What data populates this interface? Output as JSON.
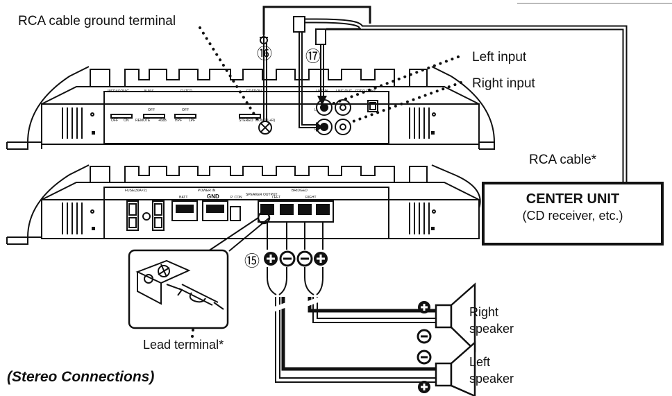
{
  "callouts": {
    "rca_ground": "RCA cable ground terminal",
    "left_input": "Left input",
    "right_input": "Right input",
    "rca_cable": "RCA cable*",
    "lead_terminal": "Lead terminal*",
    "right_speaker_1": "Right",
    "right_speaker_2": "speaker",
    "left_speaker_1": "Left",
    "left_speaker_2": "speaker"
  },
  "center_unit": {
    "title": "CENTER UNIT",
    "subtitle": "(CD receiver, etc.)"
  },
  "caption": "(Stereo Connections)",
  "step_numbers": {
    "n15": "⑮",
    "n16": "⑯",
    "n17": "⑰"
  },
  "panel_top": {
    "infrasonic": "INFRASONIC",
    "infrasonic_off": "OFF",
    "infrasonic_on": "ON",
    "bms": "B.M.S.",
    "bms_off": "OFF",
    "bms_remote": "REMOTE",
    "bms_boost": "+6dB",
    "filter": "FILTER",
    "filter_off": "OFF",
    "filter_hpf": "HPF",
    "filter_lpf": "LPF",
    "operation": "ERATION",
    "op_stereo": "STEREO",
    "op_mono": "MONO(L+R)",
    "line_in": "LINE IN",
    "line_out": "LINE OUT",
    "gain": "FREQ CONT",
    "l": "L",
    "r": "R"
  },
  "panel_bottom": {
    "fuse": "FUSE(30A×2)",
    "power_in": "POWER IN",
    "gnd": "GND",
    "batt": "BATT.",
    "pcon": "P. CON",
    "speaker_output": "SPEAKER OUTPUT",
    "bridged": "BRIDGED",
    "left": "LEFT",
    "right": "RIGHT"
  },
  "polarity": {
    "plus": "+",
    "minus": "−"
  }
}
